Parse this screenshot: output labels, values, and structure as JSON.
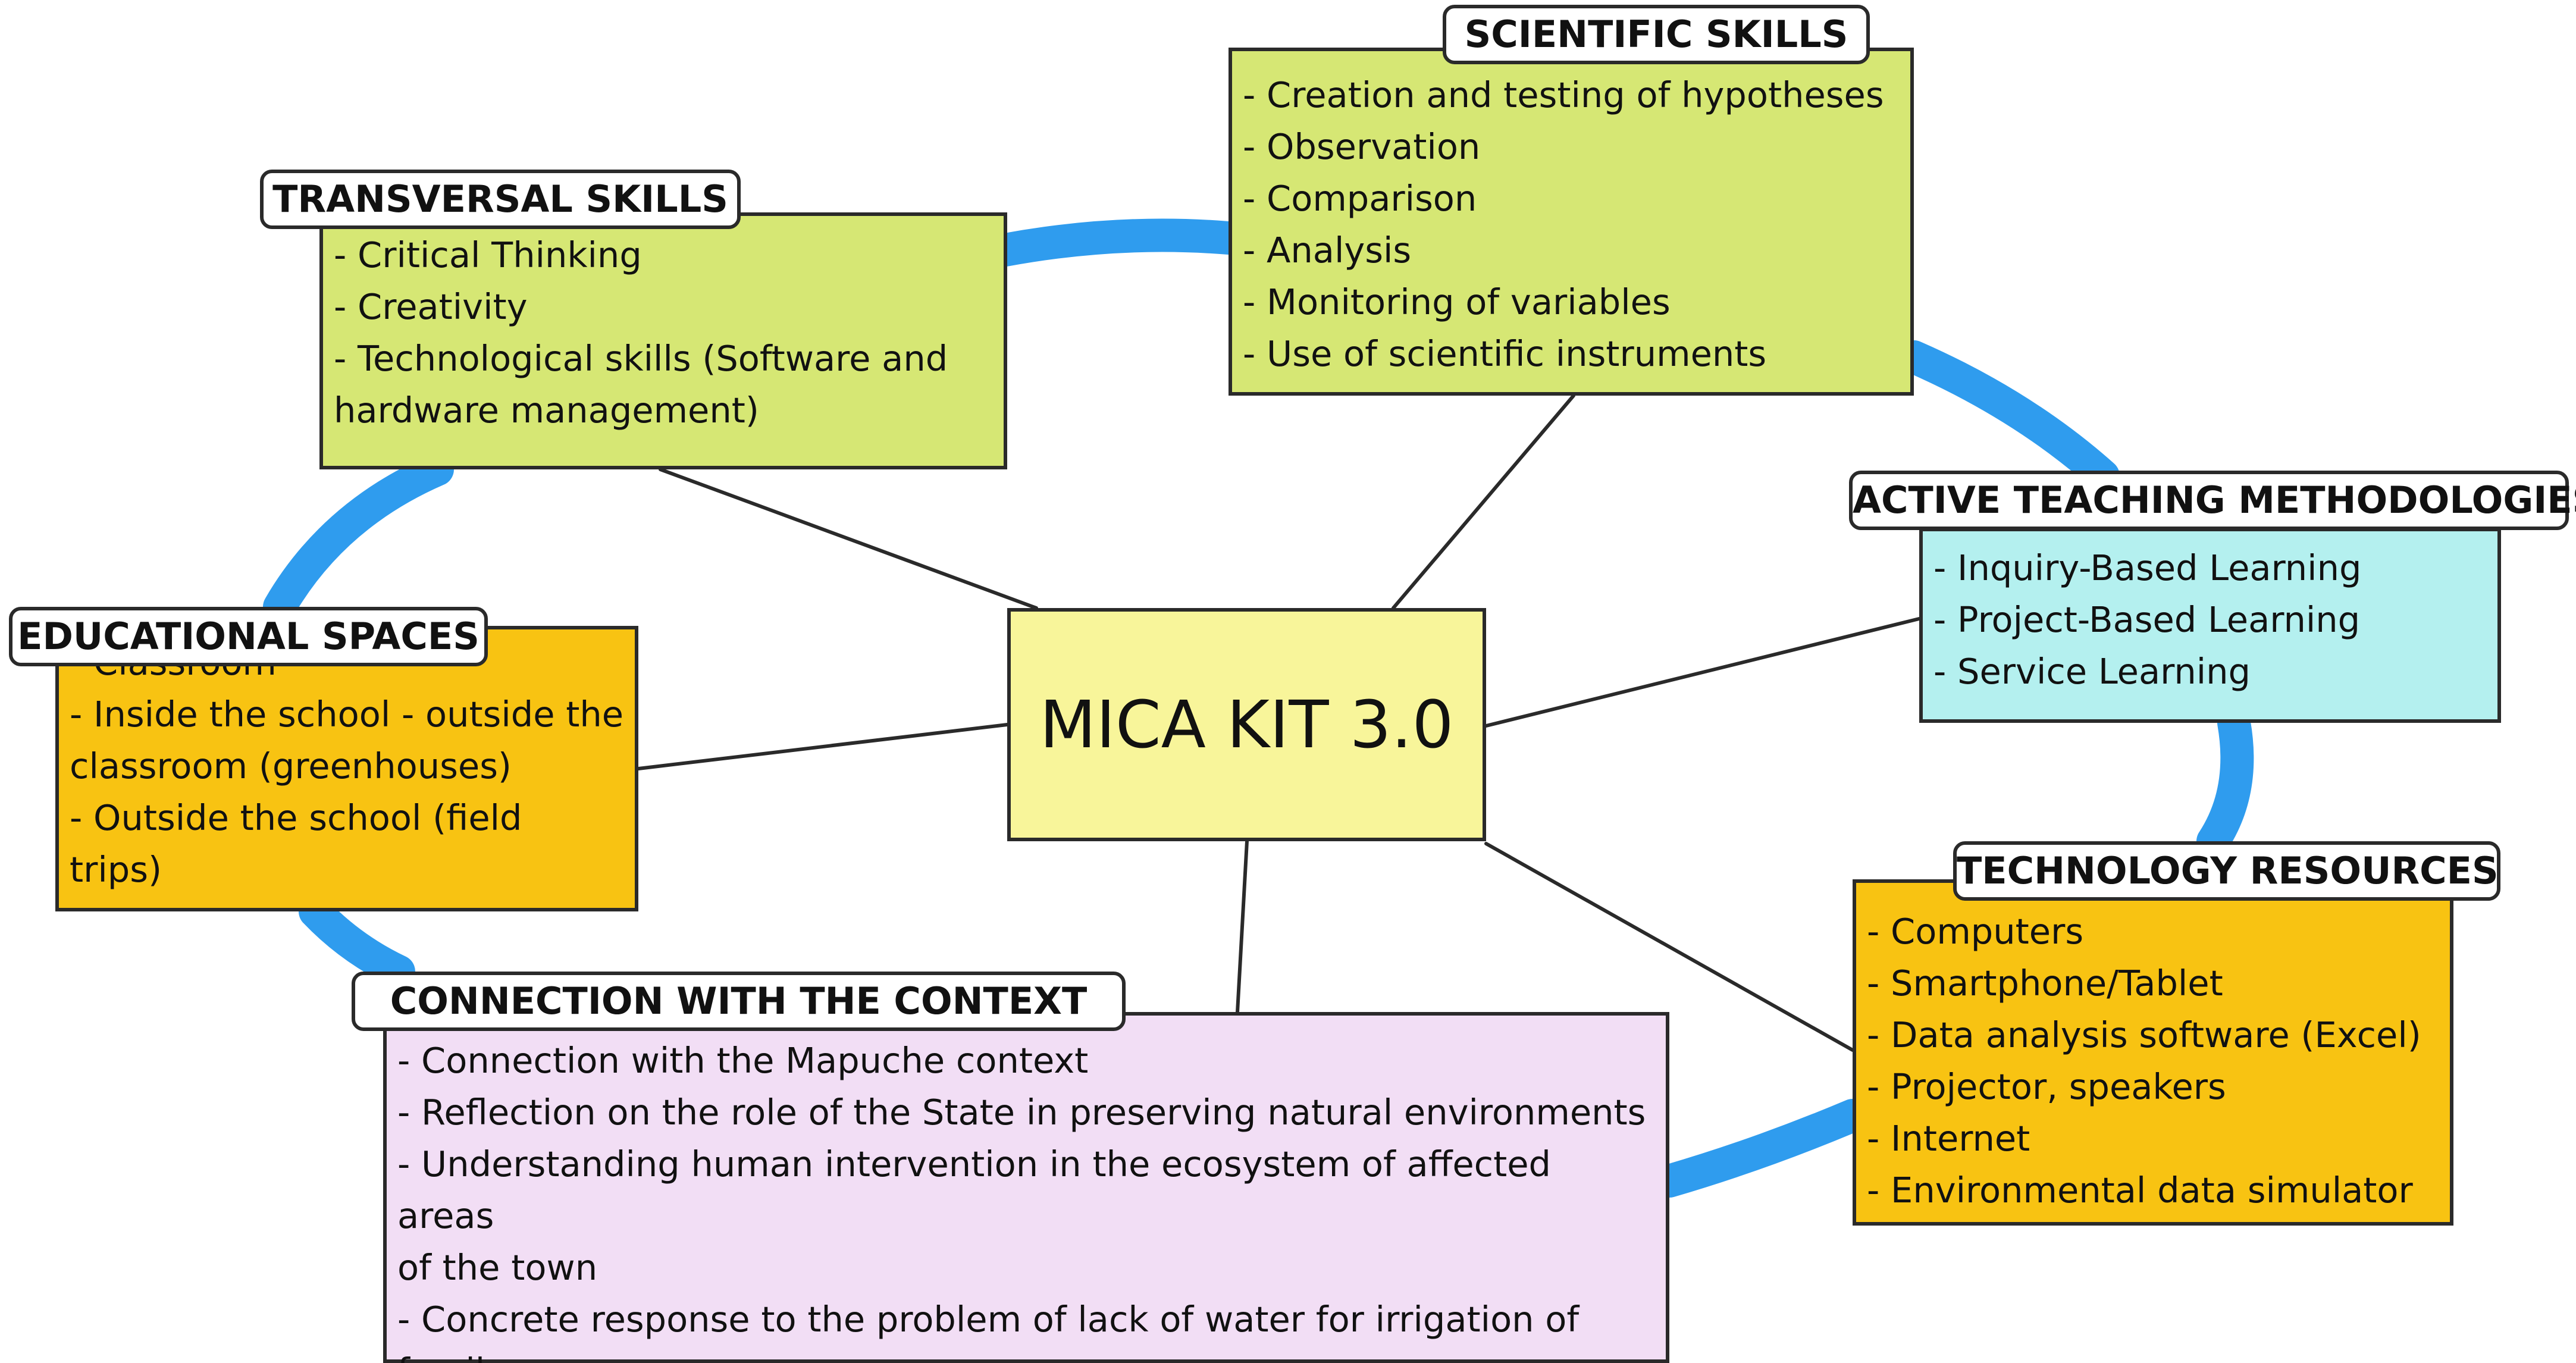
{
  "center": {
    "label": "MICA KIT 3.0"
  },
  "colors": {
    "ring": "#2f9cee",
    "connector": "#2a2a2a",
    "center_fill": "#f8f59a",
    "green_fill": "#d6e774",
    "cyan_fill": "#b4f0ef",
    "orange_fill": "#f8c312",
    "lilac_fill": "#f2def5"
  },
  "nodes": {
    "transversal": {
      "title": "TRANSVERSAL SKILLS",
      "items": [
        "- Critical Thinking",
        "- Creativity",
        "- Technological skills (Software and",
        "hardware management)"
      ]
    },
    "scientific": {
      "title": "SCIENTIFIC SKILLS",
      "items": [
        "- Creation and testing of hypotheses",
        "- Observation",
        "- Comparison",
        "- Analysis",
        "- Monitoring of variables",
        "- Use of scientific instruments"
      ]
    },
    "active": {
      "title": "ACTIVE TEACHING METHODOLOGIES",
      "items": [
        "- Inquiry-Based Learning",
        "- Project-Based Learning",
        "- Service Learning"
      ]
    },
    "educational": {
      "title": "EDUCATIONAL SPACES",
      "items": [
        "- Classroom",
        "- Inside the school - outside the",
        "classroom (greenhouses)",
        "- Outside the school (field trips)"
      ]
    },
    "technology": {
      "title": "TECHNOLOGY RESOURCES",
      "items": [
        "- Computers",
        "- Smartphone/Tablet",
        "- Data analysis software (Excel)",
        "- Projector, speakers",
        "- Internet",
        "- Environmental data simulator"
      ]
    },
    "connection": {
      "title": "CONNECTION WITH THE CONTEXT",
      "items": [
        "- Connection with the Mapuche context",
        "- Reflection on the role of the State in preserving natural environments",
        "- Understanding human intervention in the ecosystem of affected areas",
        "of the town",
        "- Concrete response to the problem of lack of water for irrigation of",
        "family crops"
      ]
    }
  }
}
